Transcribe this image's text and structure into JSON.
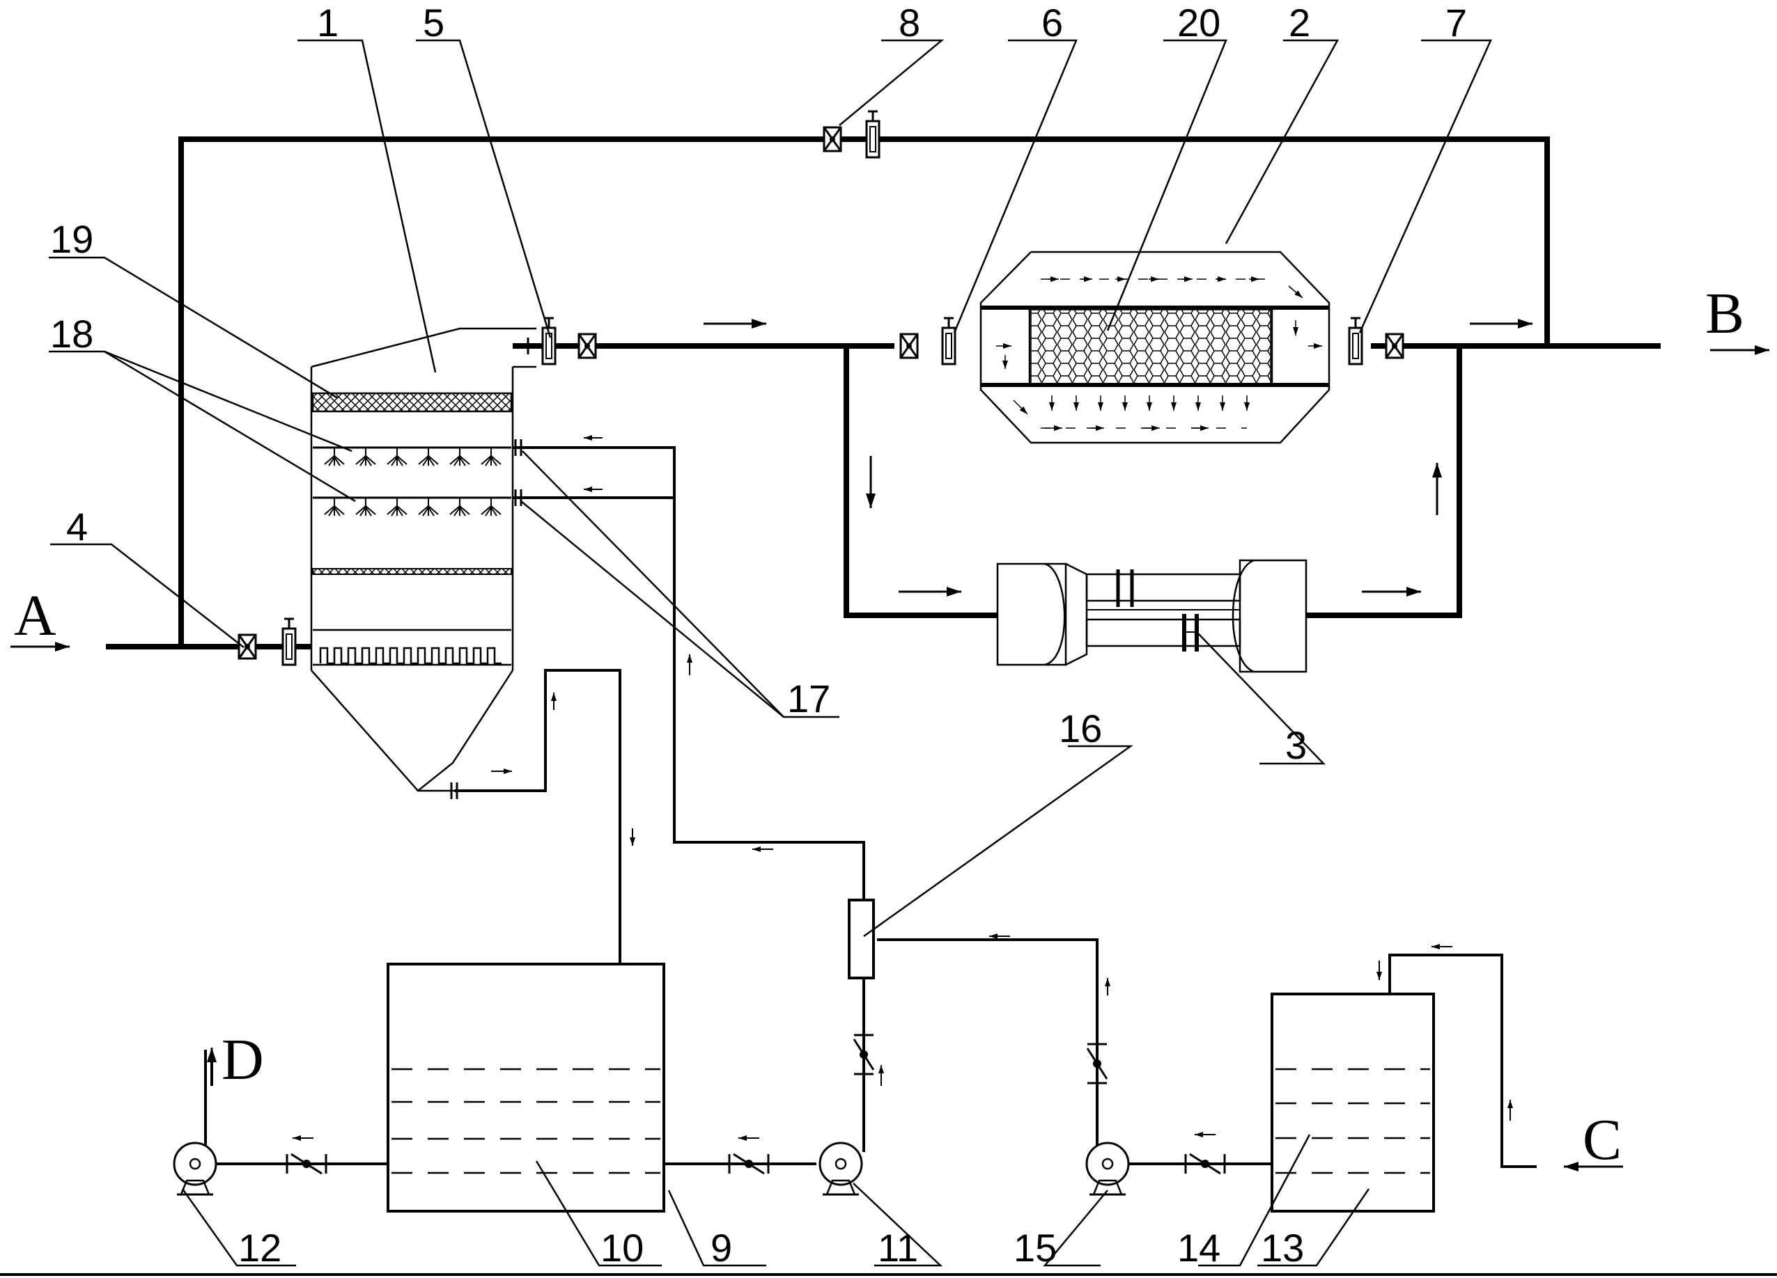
{
  "diagram": {
    "part_numbers": [
      "1",
      "2",
      "3",
      "4",
      "5",
      "6",
      "7",
      "8",
      "9",
      "10",
      "11",
      "12",
      "13",
      "14",
      "15",
      "16",
      "17",
      "18",
      "19",
      "20"
    ],
    "ports": {
      "a": "A",
      "b": "B",
      "c": "C",
      "d": "D"
    }
  }
}
